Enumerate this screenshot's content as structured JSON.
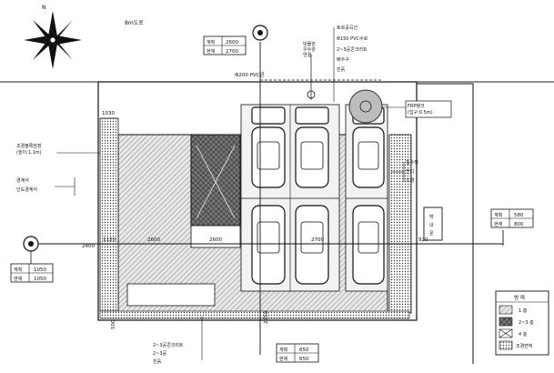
{
  "road_label": "8m도로",
  "north_label": "N",
  "top_connection": {
    "heights": [
      {
        "label": "계획",
        "value": "2600"
      },
      {
        "label": "현재",
        "value": "2700"
      }
    ],
    "pipe_label": "Φ200 PVC관",
    "note_lines": [
      "빗물관",
      "우수관",
      "연결"
    ]
  },
  "top_right_notes": [
    "토르공곡선",
    "Φ150 PVC수로",
    "2~3공콘크리트",
    "배수구",
    "진흙"
  ],
  "tree_note_lines": [
    "FRP탱크",
    "(입구:0.5m)"
  ],
  "left_notes": {
    "wall_lines": [
      "조경블록담장",
      "(높이:1.1m)"
    ],
    "steps_lines": [
      "경계석",
      "인도경계석"
    ]
  },
  "right_notes": [
    "집수정",
    "잔디",
    "조경"
  ],
  "right_heights": [
    {
      "label": "계획",
      "value": "580"
    },
    {
      "label": "현재",
      "value": "800"
    }
  ],
  "left_heights": [
    {
      "label": "계획",
      "value": "1050"
    },
    {
      "label": "현재",
      "value": "1050"
    }
  ],
  "bottom_heights": [
    {
      "label": "계획",
      "value": "650"
    },
    {
      "label": "현재",
      "value": "650"
    }
  ],
  "bottom_notes": [
    "2~3공콘크리트",
    "2~3공",
    "진흙"
  ],
  "dims": {
    "left_top": "1030",
    "left_span": "1120",
    "mid_left": "2600",
    "center": "2600",
    "right_mid": "2700",
    "right_span": "920",
    "left_side": "2400",
    "bottom_left": "500",
    "bottom_mid": "2750"
  },
  "building_label_lines": [
    "밖",
    "내",
    "문"
  ],
  "legend": {
    "title": "범 례",
    "items": [
      {
        "label": "1 층"
      },
      {
        "label": "2~3 층"
      },
      {
        "label": "4 층"
      },
      {
        "label": "조경면적"
      }
    ]
  }
}
